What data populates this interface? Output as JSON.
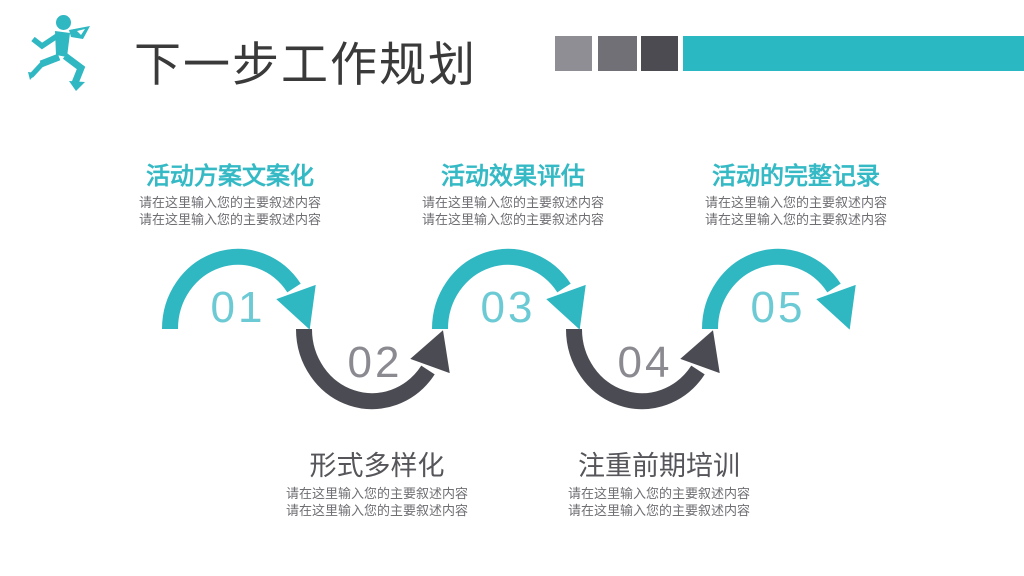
{
  "slide": {
    "title": "下一步工作规划",
    "icon": "runner-icon",
    "decor": {
      "square_colors": [
        "#8e8e94",
        "#707076",
        "#4b4b51"
      ],
      "bar_color": "#2ab8c3"
    }
  },
  "colors": {
    "teal_arc": "#2fb7c2",
    "dark_arc": "#4b4b53",
    "teal_number": "#6ccad4",
    "gray_number": "#8a8a90",
    "title_text": "#3a3a3a",
    "teal_heading": "#35bac5",
    "dark_heading": "#55555a",
    "body_text": "#6e6e73"
  },
  "steps": [
    {
      "number": "01",
      "position": "top",
      "title": "活动方案文案化",
      "desc": [
        "请在这里输入您的主要叙述内容",
        "请在这里输入您的主要叙述内容"
      ]
    },
    {
      "number": "02",
      "position": "bottom",
      "title": "形式多样化",
      "desc": [
        "请在这里输入您的主要叙述内容",
        "请在这里输入您的主要叙述内容"
      ]
    },
    {
      "number": "03",
      "position": "top",
      "title": "活动效果评估",
      "desc": [
        "请在这里输入您的主要叙述内容",
        "请在这里输入您的主要叙述内容"
      ]
    },
    {
      "number": "04",
      "position": "bottom",
      "title": "注重前期培训",
      "desc": [
        "请在这里输入您的主要叙述内容",
        "请在这里输入您的主要叙述内容"
      ]
    },
    {
      "number": "05",
      "position": "top",
      "title": "活动的完整记录",
      "desc": [
        "请在这里输入您的主要叙述内容",
        "请在这里输入您的主要叙述内容"
      ]
    }
  ]
}
